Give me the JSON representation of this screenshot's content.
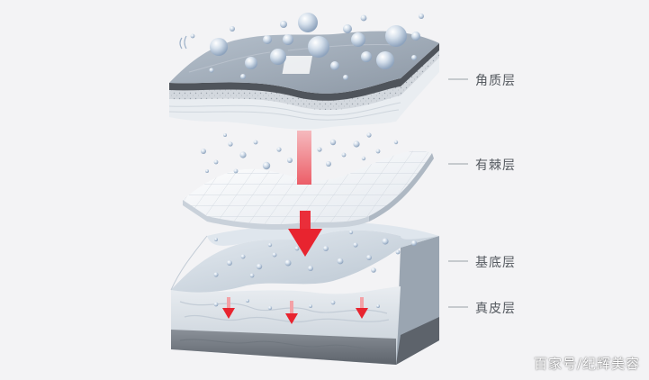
{
  "diagram": {
    "layers": [
      {
        "id": "stratum-corneum",
        "label": "角质层"
      },
      {
        "id": "stratum-spinosum",
        "label": "有棘层"
      },
      {
        "id": "stratum-basale",
        "label": "基底层"
      },
      {
        "id": "dermis",
        "label": "真皮层"
      }
    ],
    "watermark": "百家号/纪辉美容"
  },
  "colors": {
    "background": "#f3f3f5",
    "arrow": "#e8242f",
    "skin_light": "#e6eaef",
    "skin_mid": "#b9c2cb",
    "skin_dark": "#5a6068",
    "bubble": "#9fb2c9"
  }
}
